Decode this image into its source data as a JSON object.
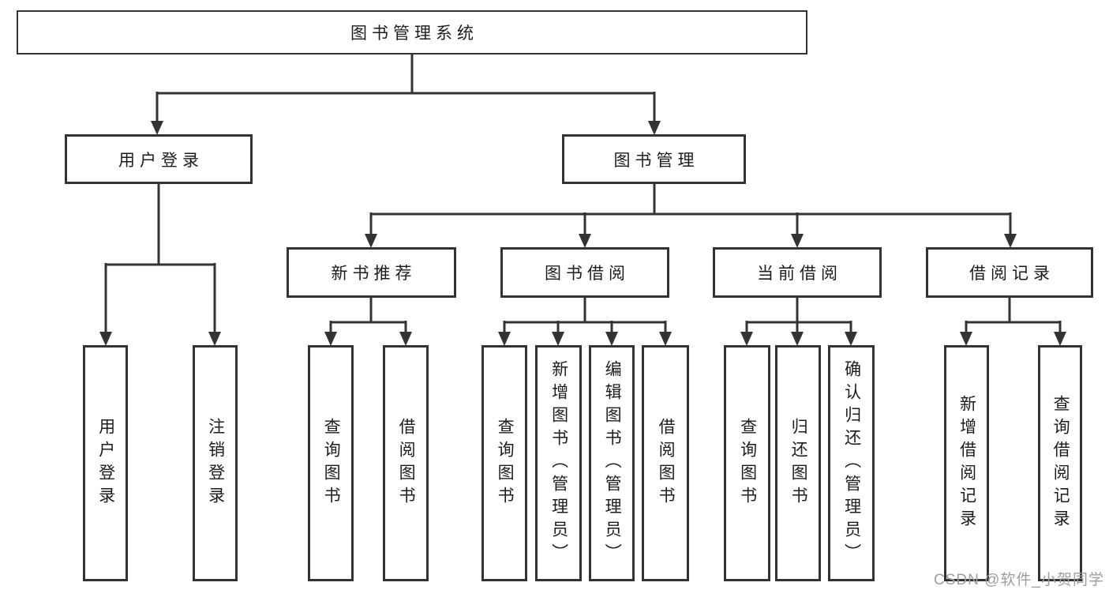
{
  "tree": {
    "root": {
      "label": "图书管理系统"
    },
    "level2": [
      {
        "label": "用户登录",
        "parent": "图书管理系统"
      },
      {
        "label": "图书管理",
        "parent": "图书管理系统"
      }
    ],
    "level3": [
      {
        "label": "新书推荐",
        "parent": "图书管理"
      },
      {
        "label": "图书借阅",
        "parent": "图书管理"
      },
      {
        "label": "当前借阅",
        "parent": "图书管理"
      },
      {
        "label": "借阅记录",
        "parent": "图书管理"
      }
    ],
    "leaves": [
      {
        "label": "用户登录",
        "parent": "用户登录"
      },
      {
        "label": "注销登录",
        "parent": "用户登录"
      },
      {
        "label": "查询图书",
        "parent": "新书推荐"
      },
      {
        "label": "借阅图书",
        "parent": "新书推荐"
      },
      {
        "label": "查询图书",
        "parent": "图书借阅"
      },
      {
        "label": "新增图书（管理员）",
        "parent": "图书借阅"
      },
      {
        "label": "编辑图书（管理员）",
        "parent": "图书借阅"
      },
      {
        "label": "借阅图书",
        "parent": "图书借阅"
      },
      {
        "label": "查询图书",
        "parent": "当前借阅"
      },
      {
        "label": "归还图书",
        "parent": "当前借阅"
      },
      {
        "label": "确认归还（管理员）",
        "parent": "当前借阅"
      },
      {
        "label": "新增借阅记录",
        "parent": "借阅记录"
      },
      {
        "label": "查询借阅记录",
        "parent": "借阅记录"
      }
    ]
  },
  "watermark": "CSDN @软件_小贺同学",
  "colors": {
    "line": "#333333",
    "box_border": "#333333",
    "text": "#1c1c1c",
    "background": "#ffffff",
    "watermark": "#9e9e9e"
  }
}
